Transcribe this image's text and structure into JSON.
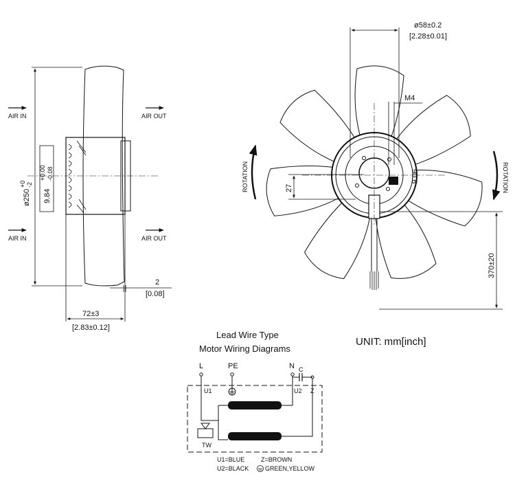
{
  "side_view": {
    "air_in_top": "AIR IN",
    "air_out_top": "AIR OUT",
    "air_in_bottom": "AIR IN",
    "air_out_bottom": "AIR OUT",
    "diameter_mm": "ø250",
    "diameter_mm_tol": "+0",
    "diameter_mm_tol_lower": "-2",
    "diameter_in_tol_upper": "+0.00",
    "diameter_in": "9.84",
    "diameter_in_tol_lower": "-0.08",
    "depth_mm": "72±3",
    "depth_in": "[2.83±0.12]",
    "offset_mm": "2",
    "offset_in": "[0.08]"
  },
  "front_view": {
    "hub_diameter_mm": "ø58±0.2",
    "hub_diameter_in": "[2.28±0.01]",
    "thread": "M4",
    "hole_left": "27",
    "hole_right": "90.6",
    "rotation_left": "ROTATION",
    "rotation_right": "ROTATION",
    "lead_length": "370±20"
  },
  "unit_note": "UNIT: mm[inch]",
  "wiring": {
    "title_line1": "Lead Wire Type",
    "title_line2": "Motor Wiring Diagrams",
    "terminal_L": "L",
    "terminal_PE": "PE",
    "terminal_N": "N",
    "cap_label": "C",
    "u1": "U1",
    "u2": "U2",
    "z": "Z",
    "tw": "TW",
    "legend_u1": "U1=BLUE",
    "legend_z": "Z=BROWN",
    "legend_u2": "U2=BLACK",
    "legend_ground": "GREEN,YELLOW"
  },
  "colors": {
    "line": "#111111",
    "coil": "#111111",
    "background": "#ffffff"
  }
}
